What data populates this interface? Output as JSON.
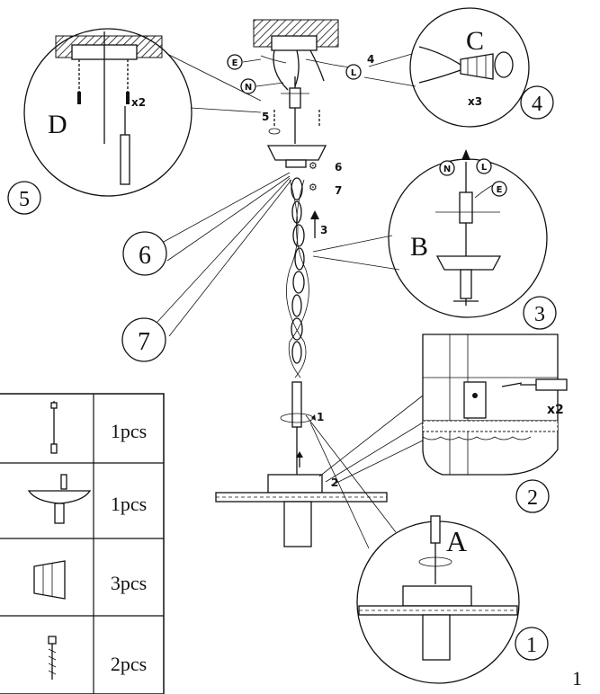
{
  "steps": {
    "s1": "1",
    "s2": "2",
    "s3": "3",
    "s4": "4",
    "s5": "5",
    "s6": "6",
    "s7": "7"
  },
  "details": {
    "A": "A",
    "B": "B",
    "C": "C",
    "D": "D"
  },
  "callouts": {
    "step1": "1",
    "step2": "2",
    "step3": "3",
    "step4": "4",
    "step5": "5",
    "step6": "6",
    "step7": "7"
  },
  "wires": {
    "earth": "E",
    "neutral": "N",
    "live": "L"
  },
  "multipliers": {
    "d_screws": "x2",
    "c_connectors": "x3",
    "screwdriver_2": "x2"
  },
  "parts_table": [
    {
      "qty": "1pcs"
    },
    {
      "qty": "1pcs"
    },
    {
      "qty": "3pcs"
    },
    {
      "qty": "2pcs"
    }
  ],
  "page_number": "1"
}
